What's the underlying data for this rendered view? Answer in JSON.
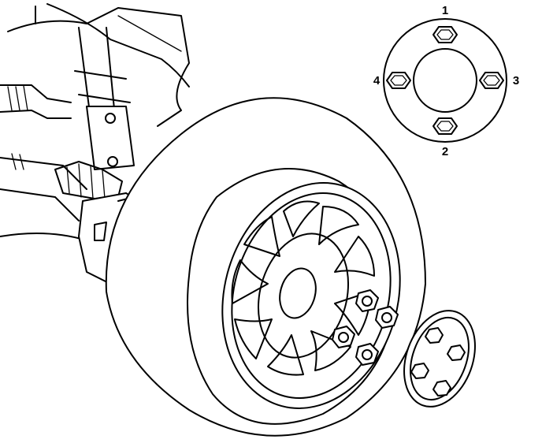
{
  "figure": {
    "description_labels": [
      "1",
      "2",
      "3",
      "4"
    ]
  },
  "tightening_sequence": {
    "top": "1",
    "bottom": "2",
    "right": "3",
    "left": "4"
  }
}
